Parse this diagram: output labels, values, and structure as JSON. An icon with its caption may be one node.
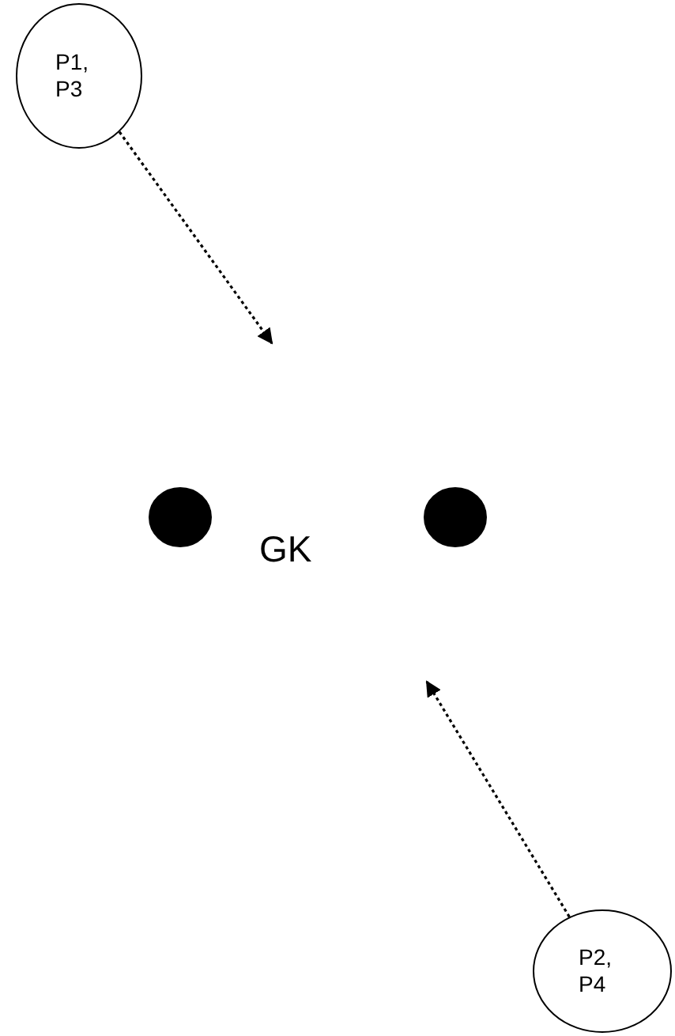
{
  "diagram": {
    "nodes": [
      {
        "text": [
          "P1, P3"
        ]
      },
      {
        "text": [],
        "shape": "circle"
      },
      {
        "text": [],
        "shape": "circle"
      },
      {
        "text": [
          "P2, P4"
        ]
      }
    ],
    "edges": [
      {
        "from": 0,
        "to": null,
        "arrow": "to",
        "style": "dashed"
      },
      {
        "from": 3,
        "to": null,
        "arrow": "to",
        "style": "dashed"
      }
    ],
    "labels": [
      "GK"
    ]
  }
}
